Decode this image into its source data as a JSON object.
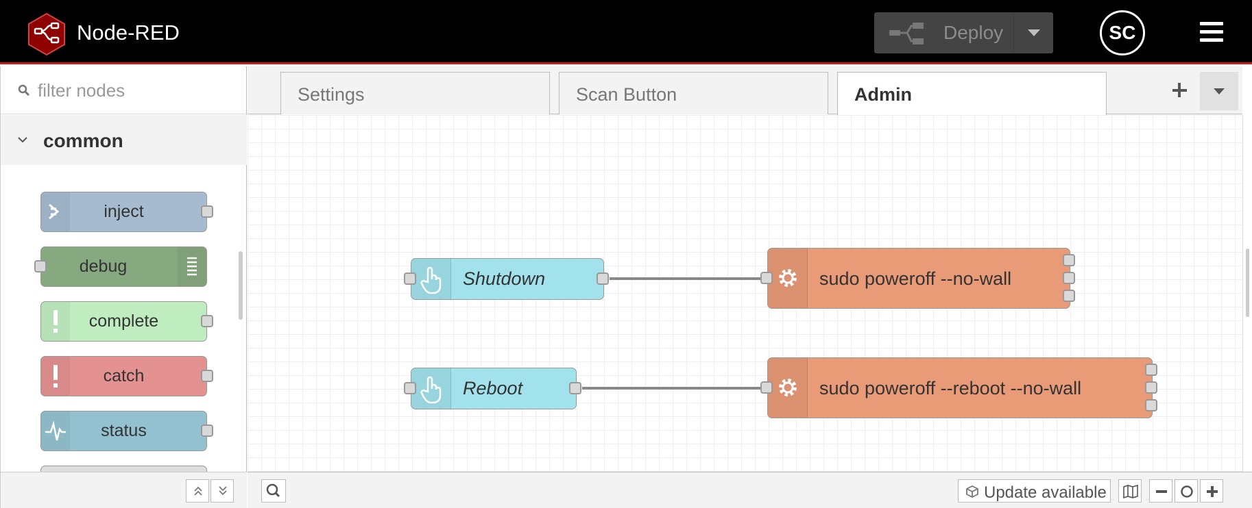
{
  "header": {
    "app_title": "Node-RED",
    "deploy_label": "Deploy",
    "user_initials": "SC",
    "brand_color": "#8f0000",
    "accent_color": "#c02020"
  },
  "palette": {
    "filter_placeholder": "filter nodes",
    "category_label": "common",
    "nodes": [
      {
        "label": "inject",
        "color": "#a6bbcf",
        "icon": "arrow-in-icon"
      },
      {
        "label": "debug",
        "color": "#87a980",
        "icon": "list-icon"
      },
      {
        "label": "complete",
        "color": "#c0edc0",
        "icon": "alert-icon"
      },
      {
        "label": "catch",
        "color": "#e49191",
        "icon": "alert-icon"
      },
      {
        "label": "status",
        "color": "#94c1d0",
        "icon": "heartbeat-icon"
      }
    ]
  },
  "workspace": {
    "tabs": [
      {
        "label": "Settings",
        "active": false
      },
      {
        "label": "Scan Button",
        "active": false
      },
      {
        "label": "Admin",
        "active": true
      }
    ],
    "nodes": [
      {
        "label": "Shutdown",
        "type": "button",
        "color": "#a1e2ec"
      },
      {
        "label": "sudo poweroff --no-wall",
        "type": "exec",
        "color": "#e99a77"
      },
      {
        "label": "Reboot",
        "type": "button",
        "color": "#a1e2ec"
      },
      {
        "label": "sudo poweroff --reboot --no-wall",
        "type": "exec",
        "color": "#e99a77"
      }
    ]
  },
  "footer": {
    "update_label": "Update available"
  }
}
